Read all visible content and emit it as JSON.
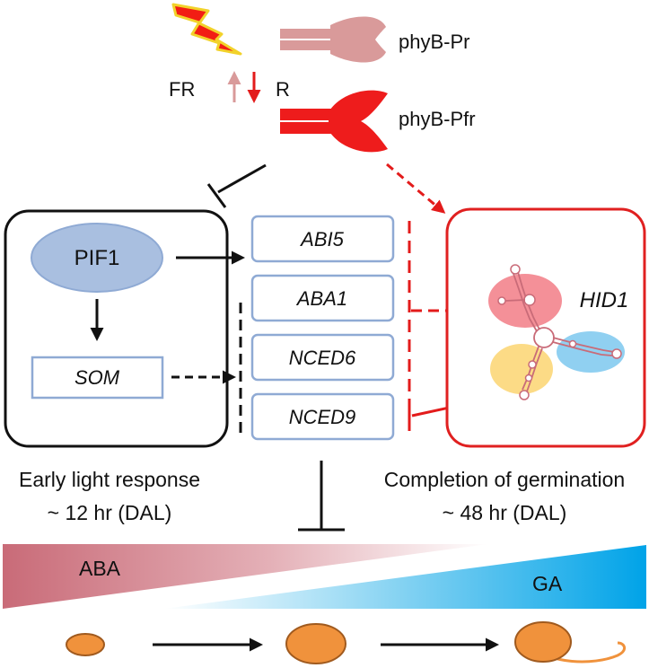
{
  "light": {
    "pr_label": "phyB-Pr",
    "pfr_label": "phyB-Pfr",
    "fr_label": "FR",
    "r_label": "R"
  },
  "early_box": {
    "pif_label": "PIF1",
    "som_label": "SOM",
    "phase_title": "Early light response",
    "phase_time": "~ 12 hr (DAL)"
  },
  "genes": [
    "ABI5",
    "ABA1",
    "NCED6",
    "NCED9"
  ],
  "late_box": {
    "hid_label": "HID1",
    "phase_title": "Completion of germination",
    "phase_time": "~ 48 hr (DAL)"
  },
  "hormones": {
    "aba_label": "ABA",
    "ga_label": "GA"
  },
  "colors": {
    "phy_pr": "#d99a9a",
    "phy_pfr": "#ee1c1c",
    "pif": "#a9bfe0",
    "box_blue_border": "#8faad4",
    "late_border": "#e02020",
    "aba": "#c96b78",
    "ga": "#00a3e8",
    "seed": "#f0923c",
    "seed_border": "#a05a1e"
  },
  "icons": {
    "light": "lightning-icon",
    "rna": "rna-structure-icon",
    "seed": "seed-icon"
  }
}
